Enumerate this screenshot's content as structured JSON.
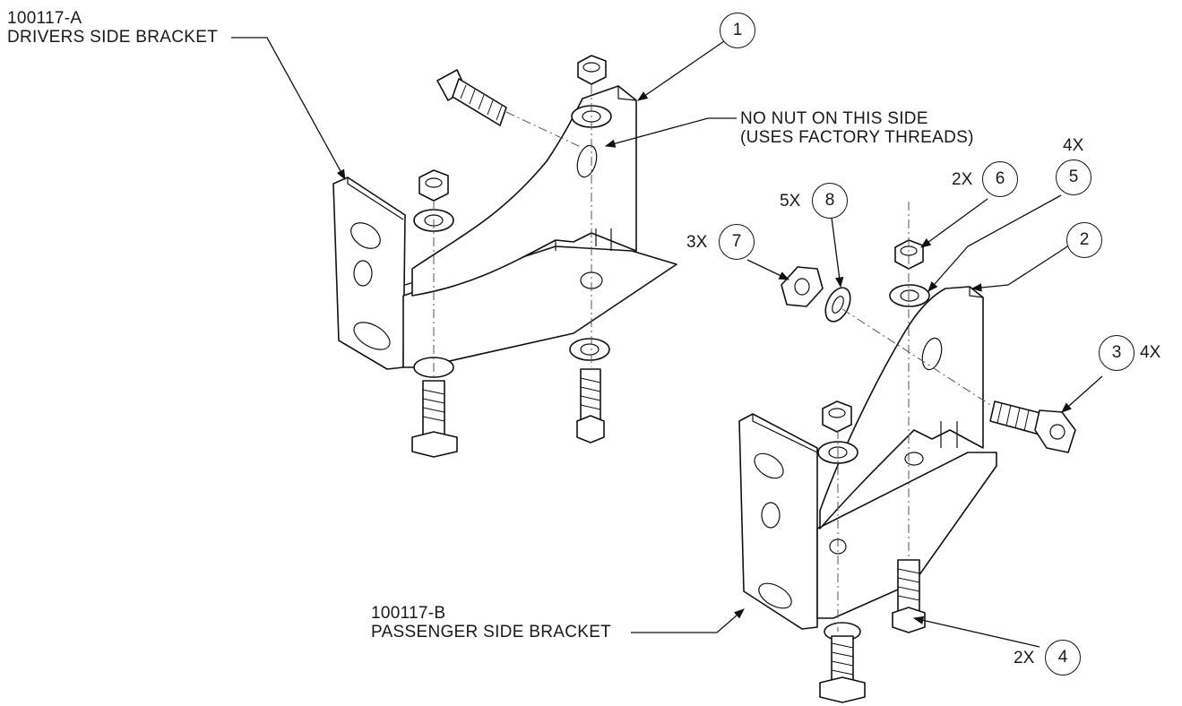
{
  "labels": {
    "driver_part": "100117-A",
    "driver_name": "DRIVERS SIDE BRACKET",
    "passenger_part": "100117-B",
    "passenger_name": "PASSENGER SIDE BRACKET",
    "note_line1": "NO NUT ON THIS SIDE",
    "note_line2": "(USES FACTORY THREADS)"
  },
  "balloons": [
    {
      "id": "1",
      "qty": ""
    },
    {
      "id": "2",
      "qty": ""
    },
    {
      "id": "3",
      "qty": "4X"
    },
    {
      "id": "4",
      "qty": "2X"
    },
    {
      "id": "5",
      "qty": "4X"
    },
    {
      "id": "6",
      "qty": "2X"
    },
    {
      "id": "7",
      "qty": "3X"
    },
    {
      "id": "8",
      "qty": "5X"
    }
  ]
}
